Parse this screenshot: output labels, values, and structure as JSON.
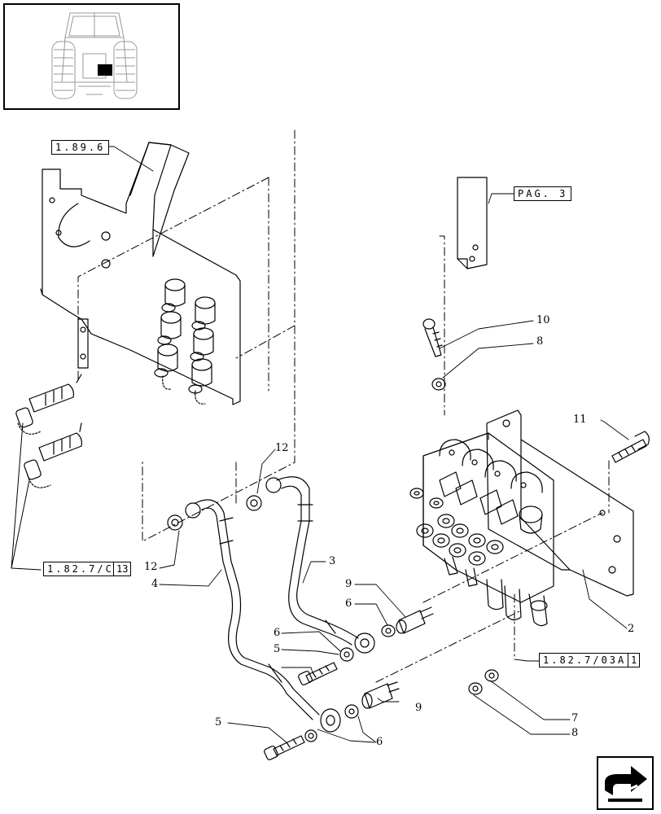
{
  "references": {
    "top_left": "1.89.6",
    "page": "PAG. 3",
    "bottom_left": "1.82.7/C",
    "bottom_left_sub": "13",
    "bottom_right": "1.82.7/03A",
    "bottom_right_sub": "1"
  },
  "callouts": {
    "c1": "10",
    "c2": "8",
    "c3": "11",
    "c4": "12",
    "c5": "12",
    "c6": "4",
    "c7": "3",
    "c8": "9",
    "c9": "6",
    "c10": "6",
    "c11": "5",
    "c12": "2",
    "c13": "7",
    "c14": "8",
    "c15": "9",
    "c16": "5",
    "c17": "6"
  },
  "icons": {
    "thumbnail": "tractor-rear-view",
    "nav": "next-page-arrow-icon"
  },
  "colors": {
    "line": "#000000",
    "background": "#ffffff"
  }
}
